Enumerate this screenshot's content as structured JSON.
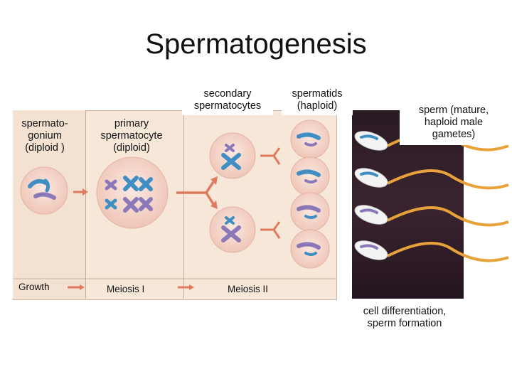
{
  "title": "Spermatogenesis",
  "labels": {
    "spermatogonium": "spermato-\ngonium\n(diploid )",
    "primary": "primary\nspermatocyte\n(diploid)",
    "secondary": "secondary\nspermatocytes",
    "spermatids": "spermatids\n(haploid)",
    "sperm": "sperm (mature,\nhaploid male\ngametes)",
    "differentiation": "cell differentiation,\nsperm formation"
  },
  "stages": {
    "growth": "Growth",
    "meiosis1": "Meiosis I",
    "meiosis2": "Meiosis II"
  },
  "colors": {
    "panel": "#f6e7d8",
    "cell": "#f7d9cf",
    "arrow": "#e07a5f",
    "chromosome_blue": "#3f8fc4",
    "chromosome_purple": "#8a78b8",
    "tail": "#e8a23a",
    "background_dark": "#2a1a22"
  }
}
